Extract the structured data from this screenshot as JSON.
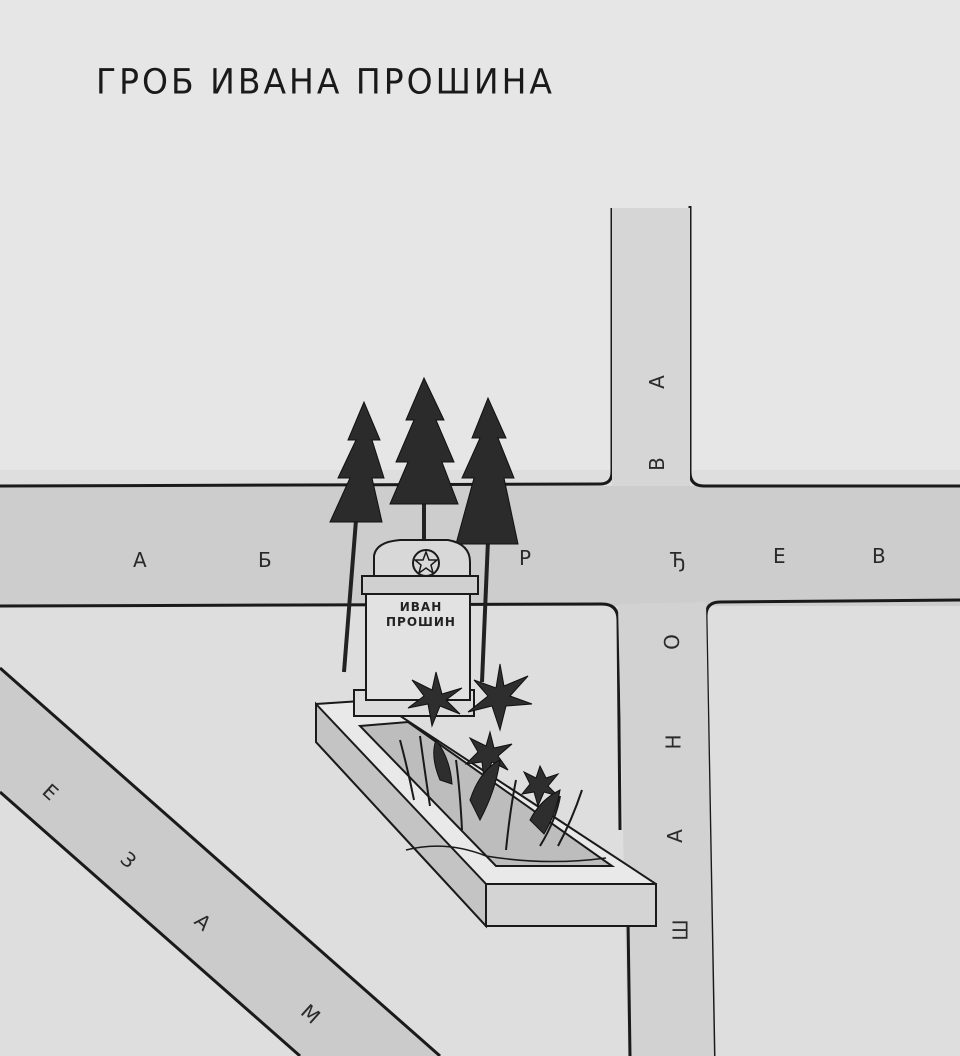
{
  "title": "ГРОБ ИВАНА ПРОШИНА",
  "plaque": {
    "line1": "ИВАН",
    "line2": "ПРОШИН"
  },
  "streets": {
    "horizontal": [
      "А",
      "Б",
      "Р",
      "Ђ",
      "Е",
      "В"
    ],
    "vertical": [
      "А",
      "В",
      "О",
      "Н",
      "А",
      "Ш"
    ],
    "diagonal": [
      "Е",
      "З",
      "А",
      "М"
    ]
  },
  "colors": {
    "paper": "#dcdcdc",
    "road": "#c9c9c9",
    "ink": "#1a1a1a"
  },
  "icons": [
    "tree-icon",
    "red-star-icon",
    "gravestone-icon",
    "flower-icon"
  ]
}
